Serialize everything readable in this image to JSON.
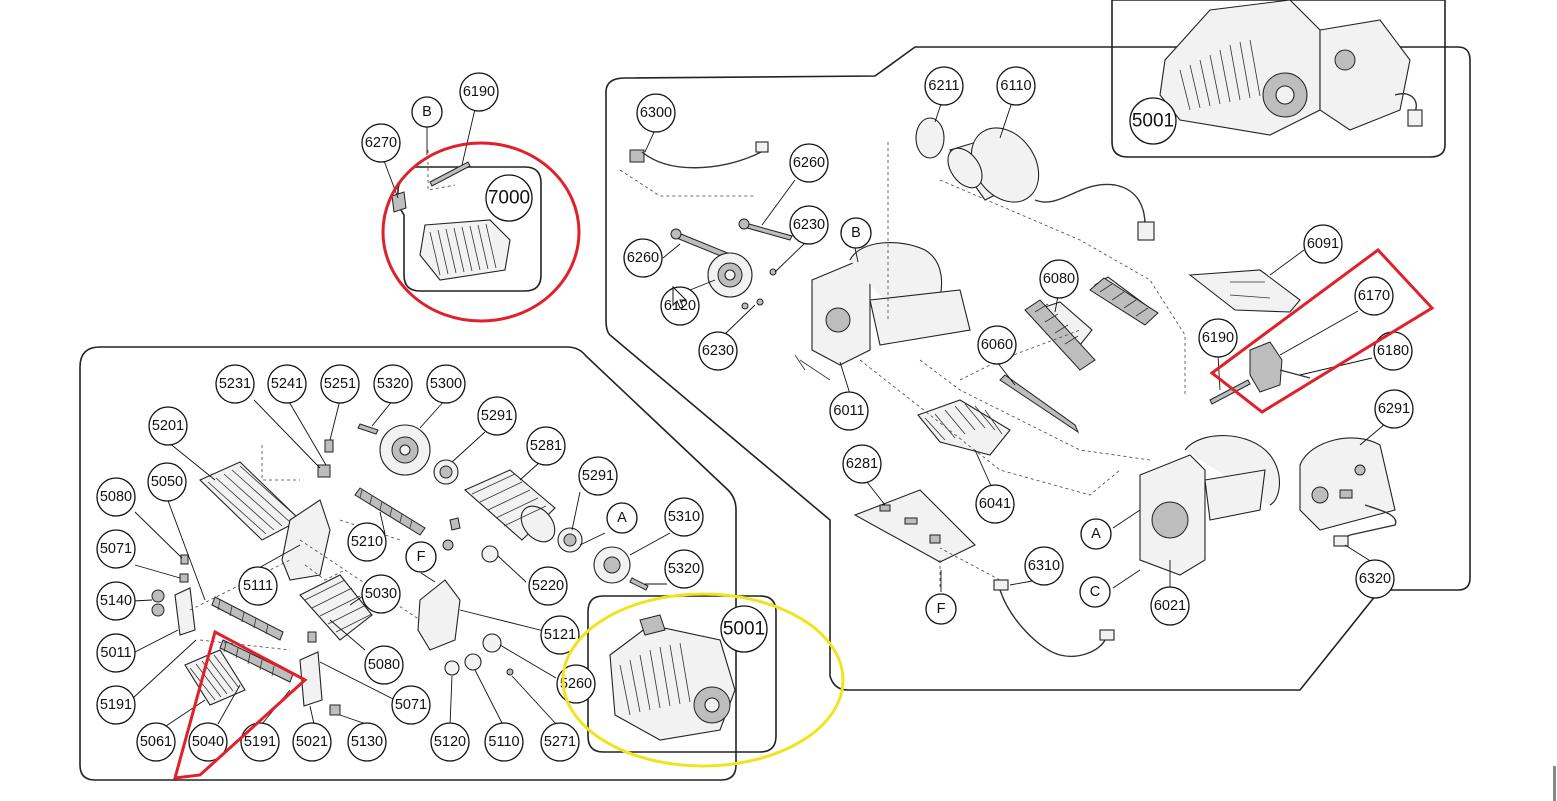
{
  "callouts": {
    "c6190a": "6190",
    "cB1": "B",
    "c6270": "6270",
    "c7000": "7000",
    "c6300": "6300",
    "c6211": "6211",
    "c6110": "6110",
    "c6260a": "6260",
    "c6230a": "6230",
    "cB2": "B",
    "c6260b": "6260",
    "c6120": "6120",
    "c6230b": "6230",
    "c6011": "6011",
    "c6080": "6080",
    "c6060": "6060",
    "c6091": "6091",
    "c6170": "6170",
    "c6190b": "6190",
    "c6180": "6180",
    "c6291a": "6291",
    "c6281": "6281",
    "c6041": "6041",
    "cA1": "A",
    "cC": "C",
    "c6021": "6021",
    "c6310": "6310",
    "cF1": "F",
    "c6320": "6320",
    "c5001a": "5001",
    "c5231": "5231",
    "c5241": "5241",
    "c5251": "5251",
    "c5320a": "5320",
    "c5300": "5300",
    "c5201": "5201",
    "c5291a": "5291",
    "c5281": "5281",
    "c5291b": "5291",
    "c5080a": "5080",
    "c5050": "5050",
    "c5210": "5210",
    "cF2": "F",
    "cA2": "A",
    "c5310": "5310",
    "c5071a": "5071",
    "c5111": "5111",
    "c5220": "5220",
    "c5320b": "5320",
    "c5140": "5140",
    "c5030": "5030",
    "c5121": "5121",
    "c5001b": "5001",
    "c5011": "5011",
    "c5080b": "5080",
    "c5260": "5260",
    "c5191a": "5191",
    "c5071b": "5071",
    "c5061": "5061",
    "c5040": "5040",
    "c5191b": "5191",
    "c5021": "5021",
    "c5130": "5130",
    "c5120": "5120",
    "c5110": "5110",
    "c5271": "5271"
  },
  "highlight_colors": {
    "red": "#e0202a",
    "yellow": "#f1e41e"
  },
  "icons": [
    "mouse-pointer-icon"
  ]
}
